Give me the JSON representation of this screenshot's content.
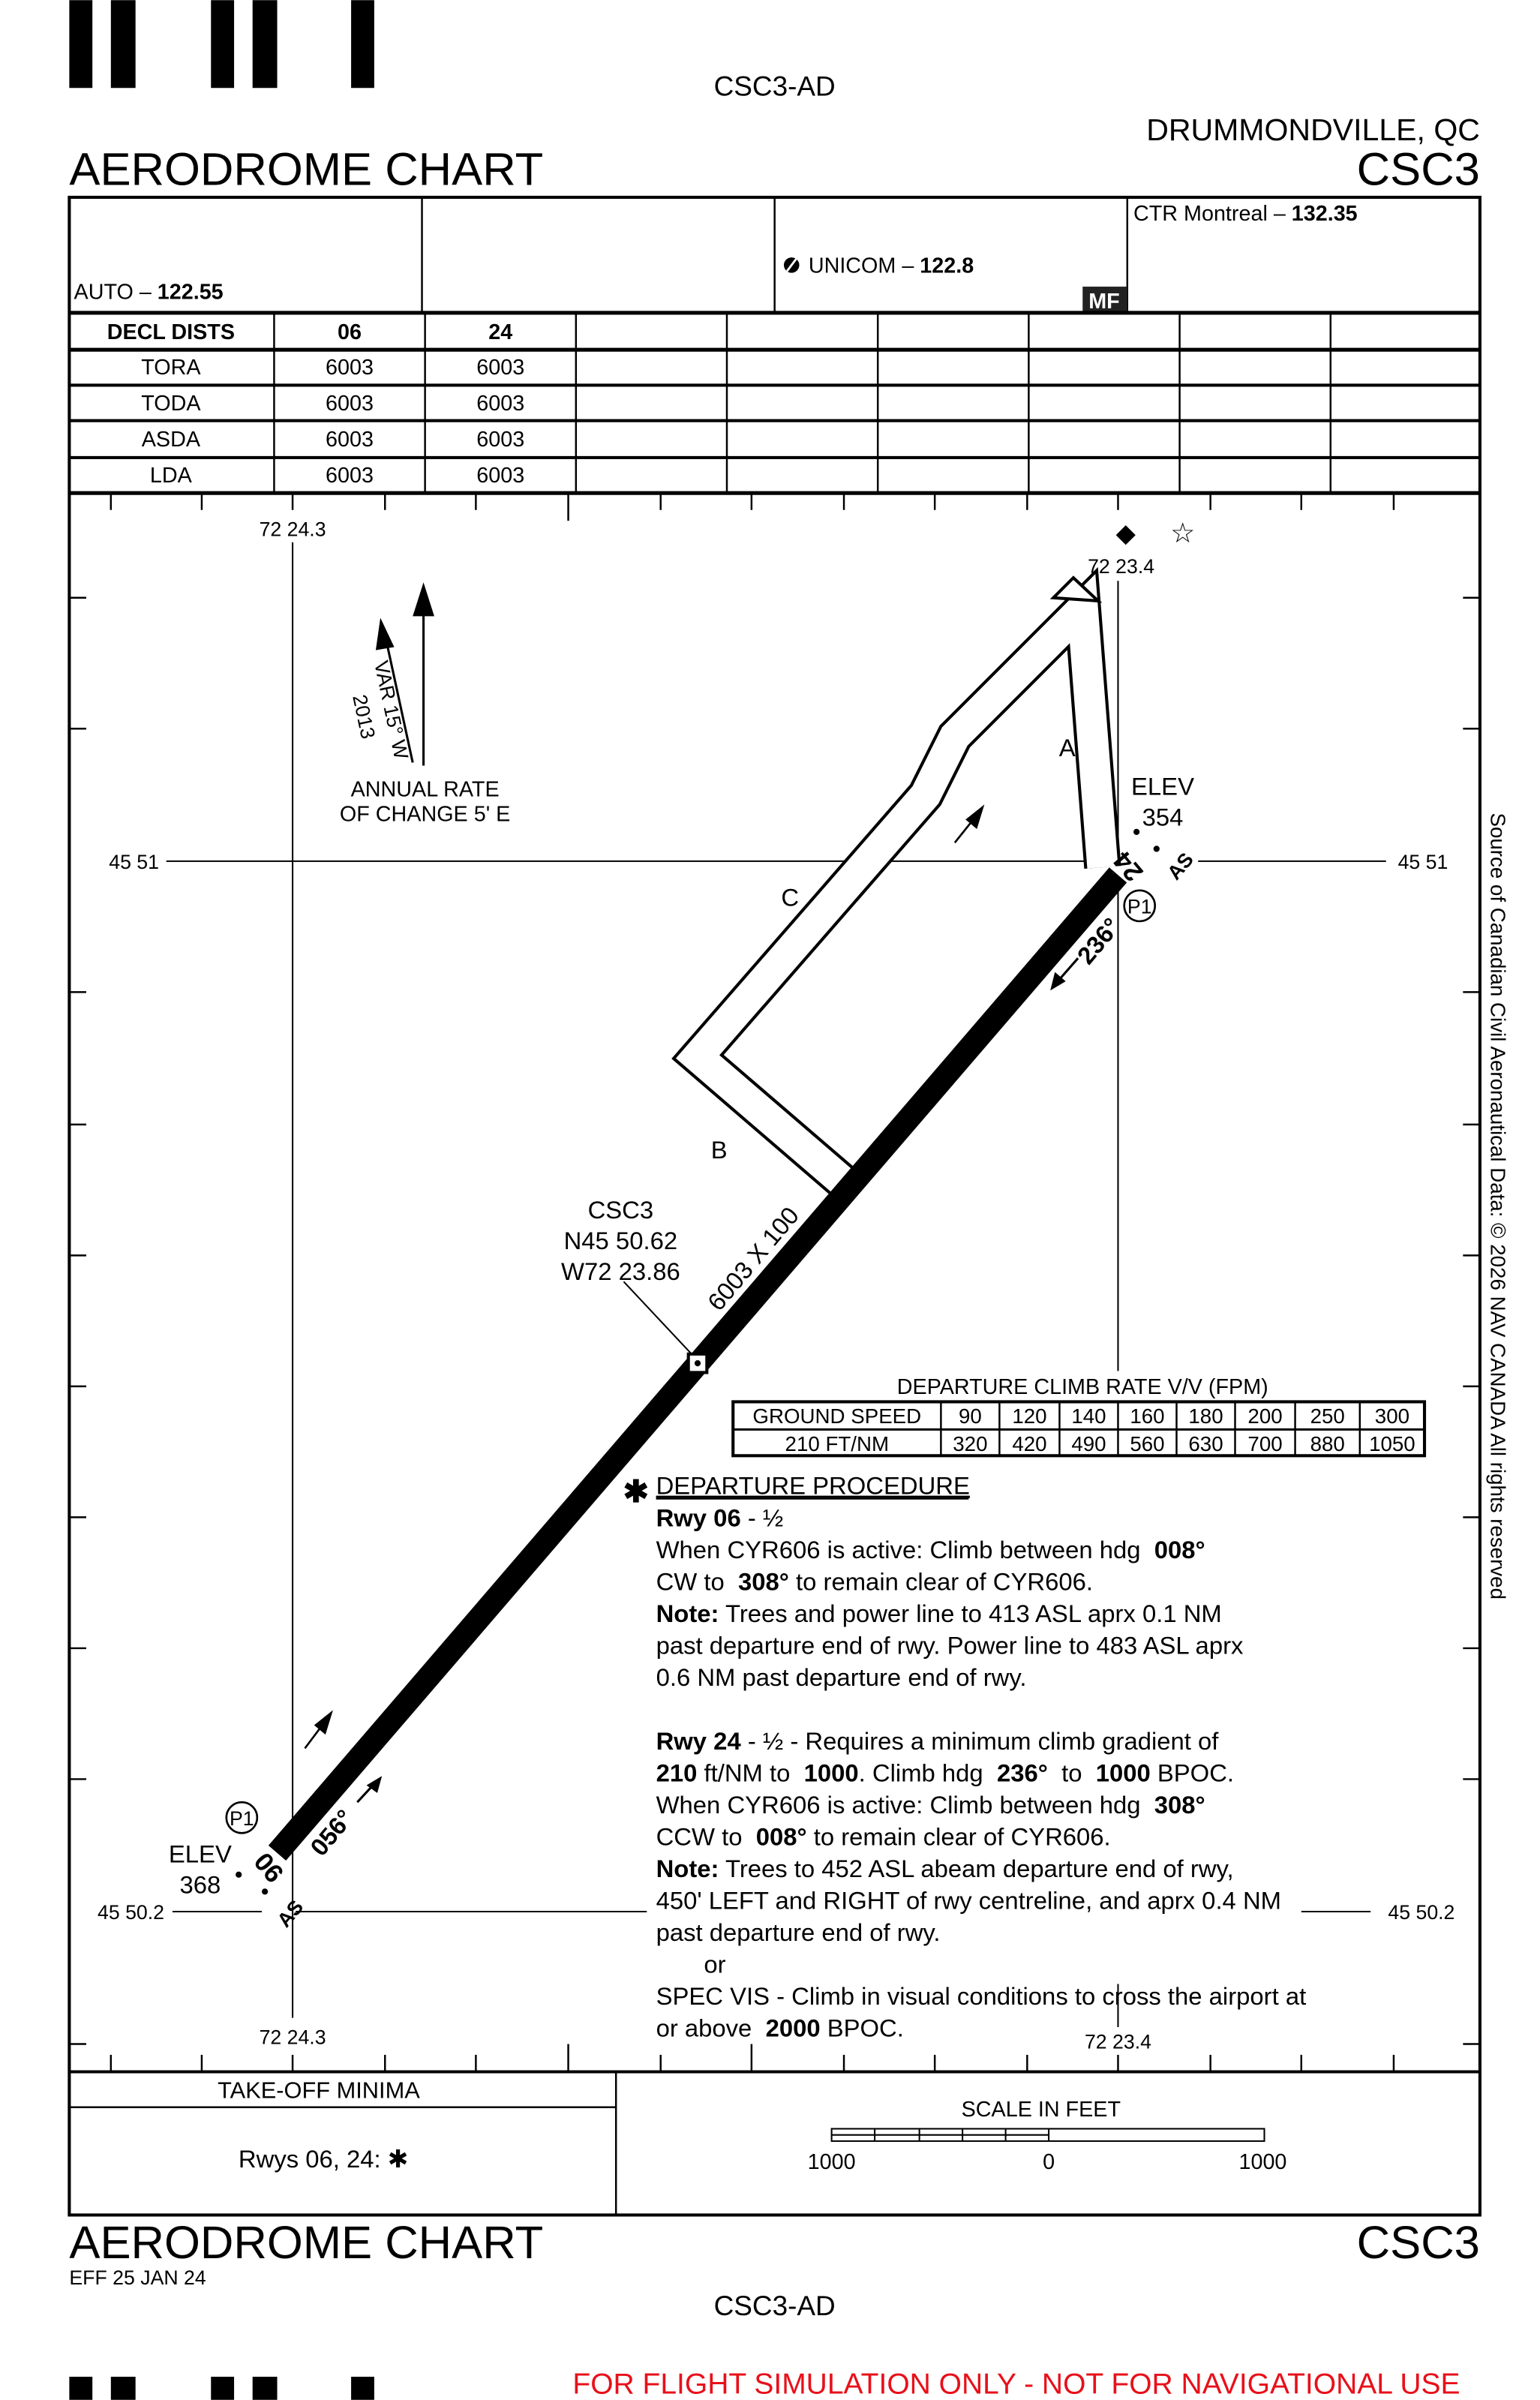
{
  "header": {
    "doc_id": "CSC3-AD",
    "location": "DRUMMONDVILLE, QC",
    "title": "AERODROME CHART",
    "ident": "CSC3"
  },
  "comms": {
    "auto_label": "AUTO – ",
    "auto_freq": "122.55",
    "unicom_label": "UNICOM – ",
    "unicom_freq": "122.8",
    "mf_badge": "MF",
    "ctr_label": "CTR Montreal – ",
    "ctr_freq": "132.35"
  },
  "decl_dists": {
    "headers": [
      "DECL DISTS",
      "06",
      "24"
    ],
    "rows": [
      [
        "TORA",
        "6003",
        "6003"
      ],
      [
        "TODA",
        "6003",
        "6003"
      ],
      [
        "ASDA",
        "6003",
        "6003"
      ],
      [
        "LDA",
        "6003",
        "6003"
      ]
    ]
  },
  "chart": {
    "lon_west": "72 24.3",
    "lon_east": "72 23.4",
    "lat_north": "45 51",
    "lat_south": "45 50.2",
    "mag_var": "VAR 15° W",
    "mag_var_year": "2013",
    "annual_rate_1": "ANNUAL RATE",
    "annual_rate_2": "OF CHANGE 5' E",
    "taxiways": [
      "A",
      "B",
      "C"
    ],
    "elev_label": "ELEV",
    "elev_ne": "354",
    "elev_sw": "368",
    "runway_dims": "6003 X 100",
    "rwy_06": "06",
    "rwy_24": "24",
    "hdg_236": "236°",
    "hdg_056": "056°",
    "as_label": "AS",
    "p1_label": "P1",
    "arp_ident": "CSC3",
    "arp_lat": "N45 50.62",
    "arp_lon": "W72 23.86",
    "source_text": "Source of Canadian Civil Aeronautical Data: © 2026 NAV CANADA All rights reserved"
  },
  "climb_table": {
    "title": "DEPARTURE CLIMB RATE V/V (FPM)",
    "row1_label": "GROUND SPEED",
    "row1": [
      "90",
      "120",
      "140",
      "160",
      "180",
      "200",
      "250",
      "300"
    ],
    "row2_label": "210 FT/NM",
    "row2": [
      "320",
      "420",
      "490",
      "560",
      "630",
      "700",
      "880",
      "1050"
    ]
  },
  "departure": {
    "title": "DEPARTURE PROCEDURE",
    "lines": [
      [
        {
          "t": "Rwy 06",
          "b": true
        },
        {
          "t": " - ½"
        }
      ],
      [
        {
          "t": "When CYR606 is active: Climb between hdg  "
        },
        {
          "t": "008°",
          "b": true
        }
      ],
      [
        {
          "t": "CW to  "
        },
        {
          "t": "308°",
          "b": true
        },
        {
          "t": " to remain clear of CYR606."
        }
      ],
      [
        {
          "t": "Note:",
          "b": true
        },
        {
          "t": " Trees and power line to 413 ASL aprx 0.1 NM"
        }
      ],
      [
        {
          "t": "past departure end of rwy. Power line to 483 ASL aprx"
        }
      ],
      [
        {
          "t": "0.6 NM past departure end of rwy."
        }
      ],
      [],
      [
        {
          "t": "Rwy 24",
          "b": true
        },
        {
          "t": " - ½ - Requires a minimum climb gradient of"
        }
      ],
      [
        {
          "t": "210",
          "b": true
        },
        {
          "t": " ft/NM to  "
        },
        {
          "t": "1000",
          "b": true
        },
        {
          "t": ". Climb hdg  "
        },
        {
          "t": "236°",
          "b": true
        },
        {
          "t": "  to  "
        },
        {
          "t": "1000",
          "b": true
        },
        {
          "t": " BPOC."
        }
      ],
      [
        {
          "t": "When CYR606 is active: Climb between hdg  "
        },
        {
          "t": "308°",
          "b": true
        }
      ],
      [
        {
          "t": "CCW to  "
        },
        {
          "t": "008°",
          "b": true
        },
        {
          "t": " to remain clear of CYR606."
        }
      ],
      [
        {
          "t": "Note:",
          "b": true
        },
        {
          "t": " Trees to 452 ASL abeam departure end of rwy,"
        }
      ],
      [
        {
          "t": "450' LEFT and RIGHT of rwy centreline, and aprx 0.4 NM"
        }
      ],
      [
        {
          "t": "past departure end of rwy."
        }
      ],
      [
        {
          "t": "       or"
        }
      ],
      [
        {
          "t": "SPEC VIS - Climb in visual conditions to cross the airport at"
        }
      ],
      [
        {
          "t": "or above  "
        },
        {
          "t": "2000",
          "b": true
        },
        {
          "t": " BPOC."
        }
      ]
    ]
  },
  "takeoff": {
    "title": "TAKE-OFF MINIMA",
    "value": "Rwys 06, 24: ✱"
  },
  "scale": {
    "title": "SCALE IN FEET",
    "labels": [
      "1000",
      "0",
      "1000"
    ]
  },
  "footer": {
    "title": "AERODROME CHART",
    "ident": "CSC3",
    "effective": "EFF 25 JAN 24",
    "doc_id": "CSC3-AD",
    "disclaimer": "FOR FLIGHT SIMULATION ONLY - NOT FOR NAVIGATIONAL USE",
    "disclaimer_color": "#e8101a"
  }
}
